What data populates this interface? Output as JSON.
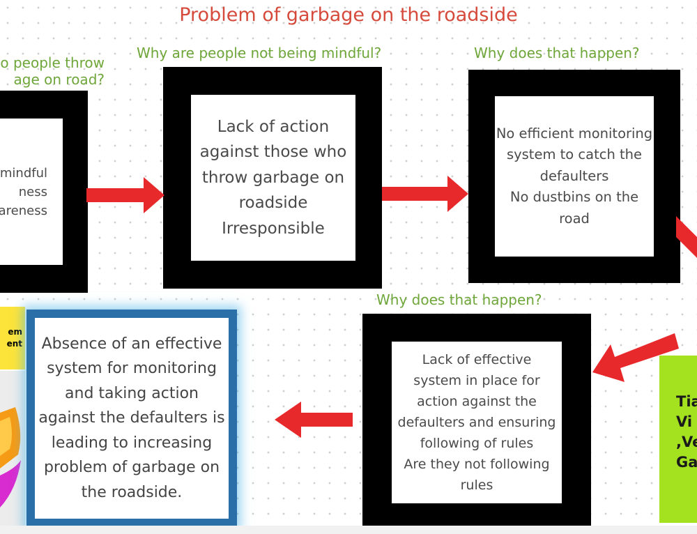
{
  "title": "Problem of garbage on the roadside",
  "colors": {
    "title": "#d64a3c",
    "question": "#6fa63a",
    "arrow": "#e8292c",
    "frame": "#000000",
    "summary_glow": "#2a6fa8",
    "green_box": "#a4e21f",
    "yellow_tag": "#fde43a"
  },
  "questions": {
    "q1": "o people throw\nage on road?",
    "q2": "Why are people not being mindful?",
    "q3": "Why does that happen?",
    "q4": "Why does that happen?"
  },
  "boxes": {
    "box1": "mindful\nness\nareness",
    "box2": "Lack of action\nagainst those who\nthrow garbage on\nroadside\nIrresponsible",
    "box3": "No efficient monitoring\nsystem to catch the\ndefaulters\nNo dustbins on the\nroad",
    "box4": "Lack of effective\nsystem in place for\naction against the\ndefaulters and ensuring\nfollowing of rules\nAre they not following\nrules"
  },
  "summary": "Absence of an effective system for monitoring and taking action against the defaulters is leading to increasing problem of garbage on the roadside.",
  "yellow_tag": "em\nent",
  "green_box": "Tia\nVi\n,Ve\nGa",
  "icons": [
    "right-arrow-icon",
    "left-arrow-icon",
    "down-left-arrow-icon",
    "badge-icon"
  ]
}
